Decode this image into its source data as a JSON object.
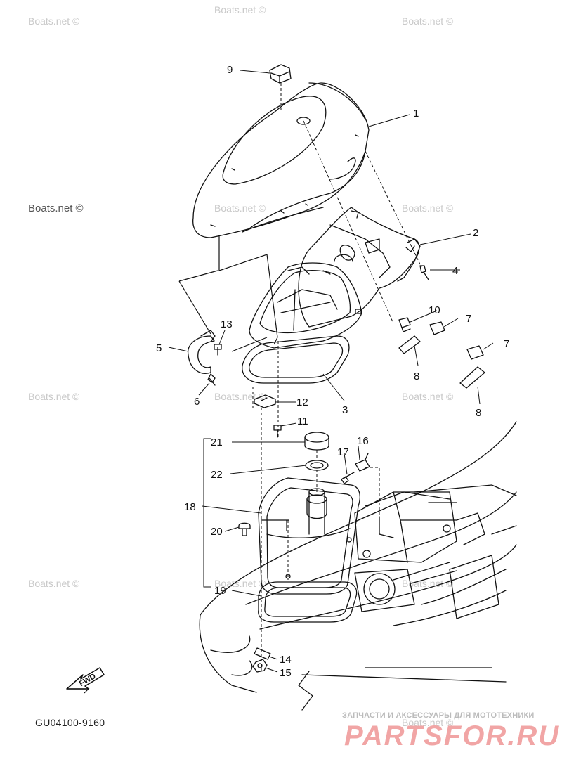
{
  "watermarks": [
    {
      "id": "wm-1",
      "text": "Boats.net ©"
    },
    {
      "id": "wm-2",
      "text": "Boats.net ©"
    },
    {
      "id": "wm-3",
      "text": "Boats.net ©"
    },
    {
      "id": "wm-4",
      "text": "Boats.net ©"
    },
    {
      "id": "wm-5",
      "text": "Boats.net ©"
    },
    {
      "id": "wm-6",
      "text": "Boats.net ©"
    },
    {
      "id": "wm-7",
      "text": "Boats.net ©"
    },
    {
      "id": "wm-8",
      "text": "Boats.net ©"
    },
    {
      "id": "wm-9",
      "text": "Boats.net ©"
    },
    {
      "id": "wm-10",
      "text": "Boats.net ©"
    },
    {
      "id": "wm-11",
      "text": "Boats.net ©"
    },
    {
      "id": "wm-12",
      "text": "Boats.net ©"
    },
    {
      "id": "wm-13",
      "text": "Boats.net ©"
    }
  ],
  "callouts": [
    "1",
    "2",
    "3",
    "4",
    "5",
    "6",
    "7",
    "7",
    "8",
    "8",
    "9",
    "10",
    "11",
    "12",
    "13",
    "14",
    "15",
    "16",
    "17",
    "18",
    "19",
    "20",
    "21",
    "22"
  ],
  "fwd_label": "FWD",
  "diagram_code": "GU04100-9160",
  "footer": {
    "tagline": "ЗАПЧАСТИ И АКСЕССУАРЫ ДЛЯ МОТОТЕХНИКИ",
    "logo": "PARTSFOR.RU"
  }
}
